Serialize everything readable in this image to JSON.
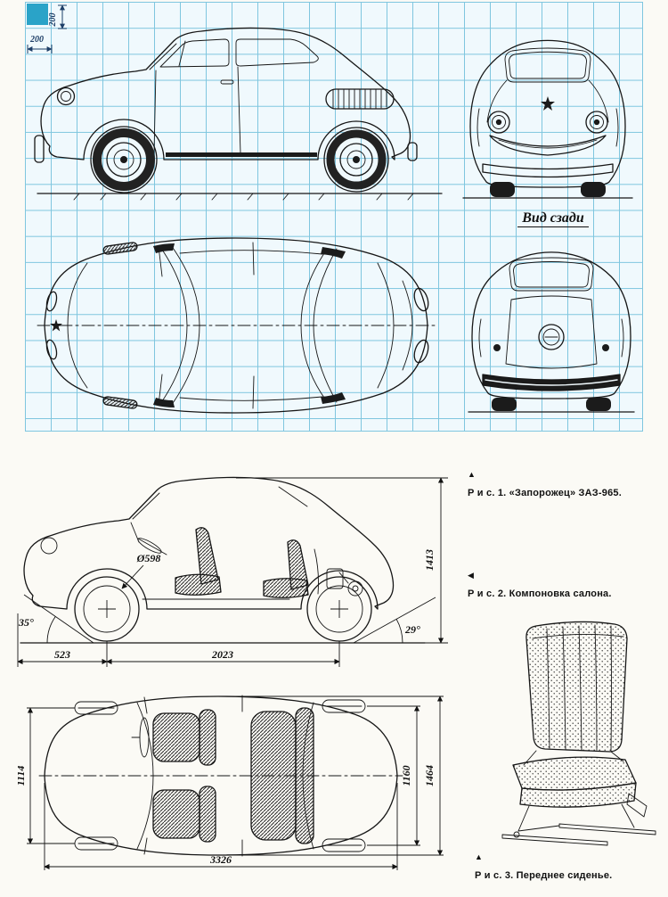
{
  "page": {
    "bg": "#fbfaf5"
  },
  "blueprint": {
    "grid_color": "#7fc6df",
    "grid_bg": "#f0f9fd",
    "corner_square_color": "#2aa3c8",
    "scale_h": "200",
    "scale_v": "200",
    "rear_view_label": "Вид сзади"
  },
  "figures": {
    "fig1": {
      "marker": "▲",
      "caption": "Р и с.  1.  «Запорожец» ЗАЗ-965."
    },
    "fig2": {
      "marker": "◀",
      "caption": "Р и с.  2.  Компоновка салона."
    },
    "fig3": {
      "marker": "▲",
      "caption": "Р и с.  3.  Переднее сиденье."
    }
  },
  "dims": {
    "height": "1413",
    "front_overhang": "523",
    "wheelbase": "2023",
    "approach_angle": "35°",
    "departure_angle": "29°",
    "wheel_diameter": "Ø598",
    "front_track": "1114",
    "rear_track": "1160",
    "body_width": "1464",
    "overall_length": "3326"
  }
}
